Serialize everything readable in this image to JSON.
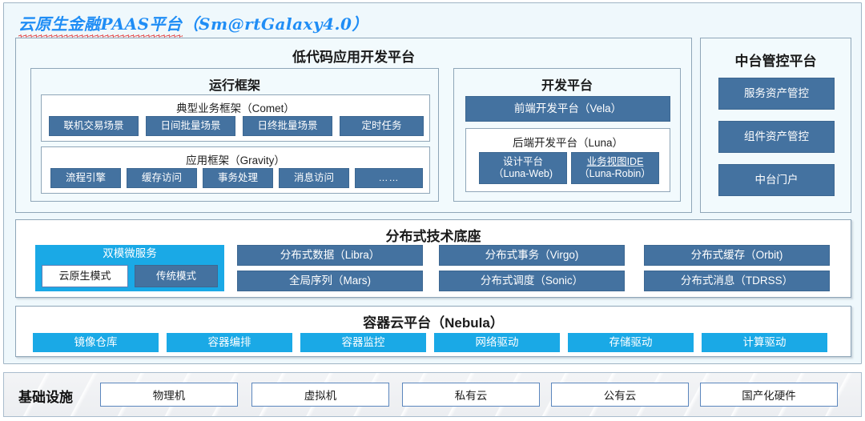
{
  "platform": {
    "title_main": "云原生金融PAAS平台",
    "title_suffix": "（Sm@rtGalaxy4.0）"
  },
  "lowcode": {
    "heading": "低代码应用开发平台",
    "runtime": {
      "heading": "运行框架",
      "comet": {
        "heading": "典型业务框架（Comet）",
        "items": [
          "联机交易场景",
          "日间批量场景",
          "日终批量场景",
          "定时任务"
        ]
      },
      "gravity": {
        "heading": "应用框架（Gravity）",
        "items": [
          "流程引擎",
          "缓存访问",
          "事务处理",
          "消息访问",
          "……"
        ]
      }
    },
    "devplatform": {
      "heading": "开发平台",
      "frontend": "前端开发平台（Vela）",
      "backend": {
        "heading": "后端开发平台（Luna）",
        "items": [
          {
            "line1": "设计平台",
            "line2": "（Luna-Web)"
          },
          {
            "line1": "业务视图IDE",
            "line2": "（Luna-Robin）"
          }
        ]
      }
    }
  },
  "midoffice": {
    "heading": "中台管控平台",
    "items": [
      "服务资产管控",
      "组件资产管控",
      "中台门户"
    ]
  },
  "distributed": {
    "heading": "分布式技术底座",
    "dualmode": {
      "heading": "双模微服务",
      "items": [
        "云原生模式",
        "传统模式"
      ]
    },
    "columns": [
      [
        "分布式数据（Libra）",
        "全局序列（Mars)"
      ],
      [
        "分布式事务（Virgo)",
        "分布式调度（Sonic）"
      ],
      [
        "分布式缓存（Orbit)",
        "分布式消息（TDRSS）"
      ]
    ]
  },
  "container": {
    "heading": "容器云平台（Nebula）",
    "items": [
      "镜像仓库",
      "容器编排",
      "容器监控",
      "网络驱动",
      "存储驱动",
      "计算驱动"
    ]
  },
  "infrastructure": {
    "label": "基础设施",
    "items": [
      "物理机",
      "虚拟机",
      "私有云",
      "公有云",
      "国产化硬件"
    ]
  },
  "colors": {
    "steel_blue": "#4472a0",
    "cyan": "#1aa9e6",
    "title_blue": "#1f8df5",
    "spellcheck_red": "#e03030",
    "panel_bg": "#f2fafd"
  }
}
